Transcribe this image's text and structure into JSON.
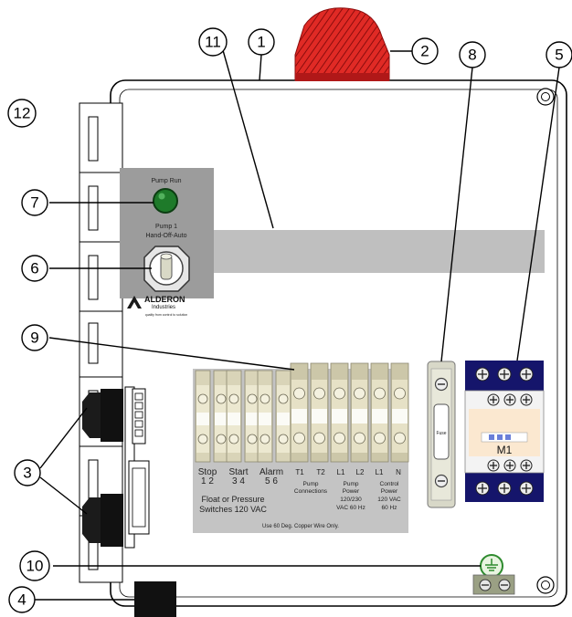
{
  "callouts": [
    "1",
    "2",
    "3",
    "4",
    "5",
    "6",
    "7",
    "8",
    "9",
    "10",
    "11",
    "12"
  ],
  "hoa_panel": {
    "pump_run_label": "Pump Run",
    "hoa_label_line1": "Pump 1",
    "hoa_label_line2": "Hand-Off-Auto",
    "logo_word": "ALDERON",
    "logo_sub": "Industries",
    "logo_tagline": "quality from control to solution"
  },
  "terminal_labels": {
    "stop": "Stop",
    "start": "Start",
    "alarm": "Alarm",
    "stop_nums": "1  2",
    "start_nums": "3  4",
    "alarm_nums": "5  6",
    "t1": "T1",
    "t2": "T2",
    "l1a": "L1",
    "l2": "L2",
    "l1b": "L1",
    "n": "N",
    "float_line1": "Float or Pressure",
    "float_line2": "Switches 120 VAC",
    "pump_conn_line1": "Pump",
    "pump_conn_line2": "Connections",
    "pump_power_line1": "Pump",
    "pump_power_line2": "Power",
    "pump_power_line3": "120/230",
    "pump_power_line4": "VAC 60 Hz",
    "control_power_line1": "Control",
    "control_power_line2": "Power",
    "control_power_line3": "120 VAC",
    "control_power_line4": "60 Hz",
    "wire_note": "Use 60 Deg. Copper Wire Only."
  },
  "fuse_label": "Fuse",
  "contactor_label": "M1",
  "colors": {
    "beacon": "#e02a25",
    "pump_run_light": "#1e7a2a",
    "ground_symbol": "#2e8b2e",
    "contactor_blue": "#15156b",
    "hoa_panel": "#9c9c9c",
    "terminal_panel": "#c4c4c4",
    "rail": "#bfbfbf"
  }
}
